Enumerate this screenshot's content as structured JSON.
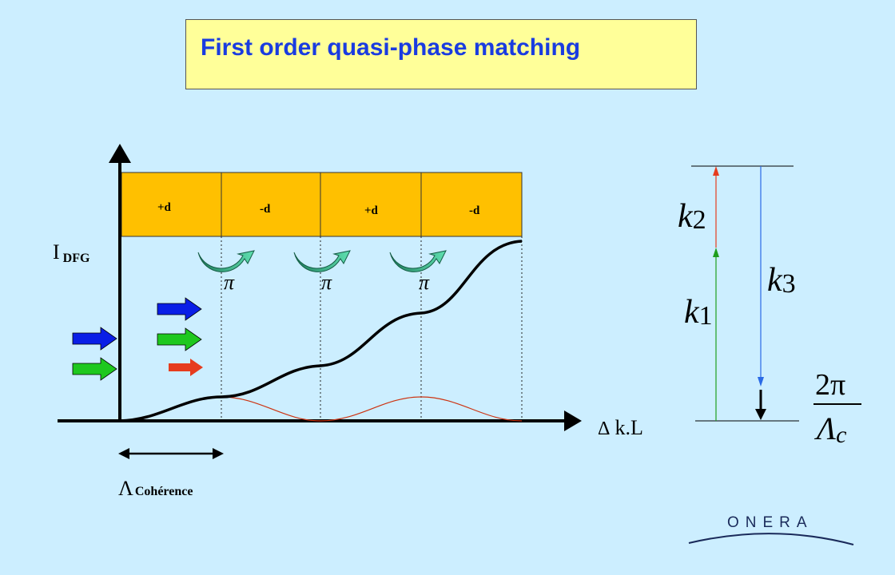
{
  "title": "First order quasi-phase matching",
  "crystal_segments": [
    "+d",
    "-d",
    "+d",
    "-d"
  ],
  "phase_labels": [
    "π",
    "π",
    "π"
  ],
  "y_axis": {
    "symbol": "I",
    "subscript": "DFG"
  },
  "x_axis": {
    "symbol": "Δ",
    "label": "k.L"
  },
  "coherence": {
    "symbol": "Λ",
    "subscript": "Cohérence"
  },
  "energy_diagram": {
    "k2": {
      "symbol": "k",
      "subscript": "2"
    },
    "k1": {
      "symbol": "k",
      "subscript": "1"
    },
    "k3": {
      "symbol": "k",
      "subscript": "3"
    },
    "fraction": {
      "numerator": "2π",
      "denominator_symbol": "Λ",
      "denominator_subscript": "c"
    }
  },
  "logo": "ONERA",
  "colors": {
    "background": "#cceeff",
    "title_box": "#ffff99",
    "title_text": "#1a3ce0",
    "segment": "#ffc000",
    "blue": "#0a1ee6",
    "green": "#1ec81e",
    "red": "#e63c1e",
    "teal_arrow": "#2aa87a",
    "curve": "#000000",
    "sinus": "#cc3311"
  }
}
